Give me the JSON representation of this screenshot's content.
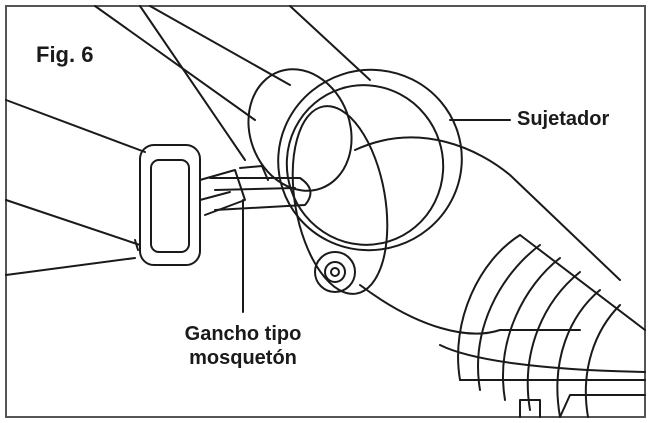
{
  "figure": {
    "label": "Fig. 6",
    "callouts": {
      "sujetador": "Sujetador",
      "gancho": "Gancho tipo mosquetón"
    },
    "colors": {
      "line": "#1a1a1a",
      "background": "#ffffff",
      "frame": "#555555"
    }
  }
}
